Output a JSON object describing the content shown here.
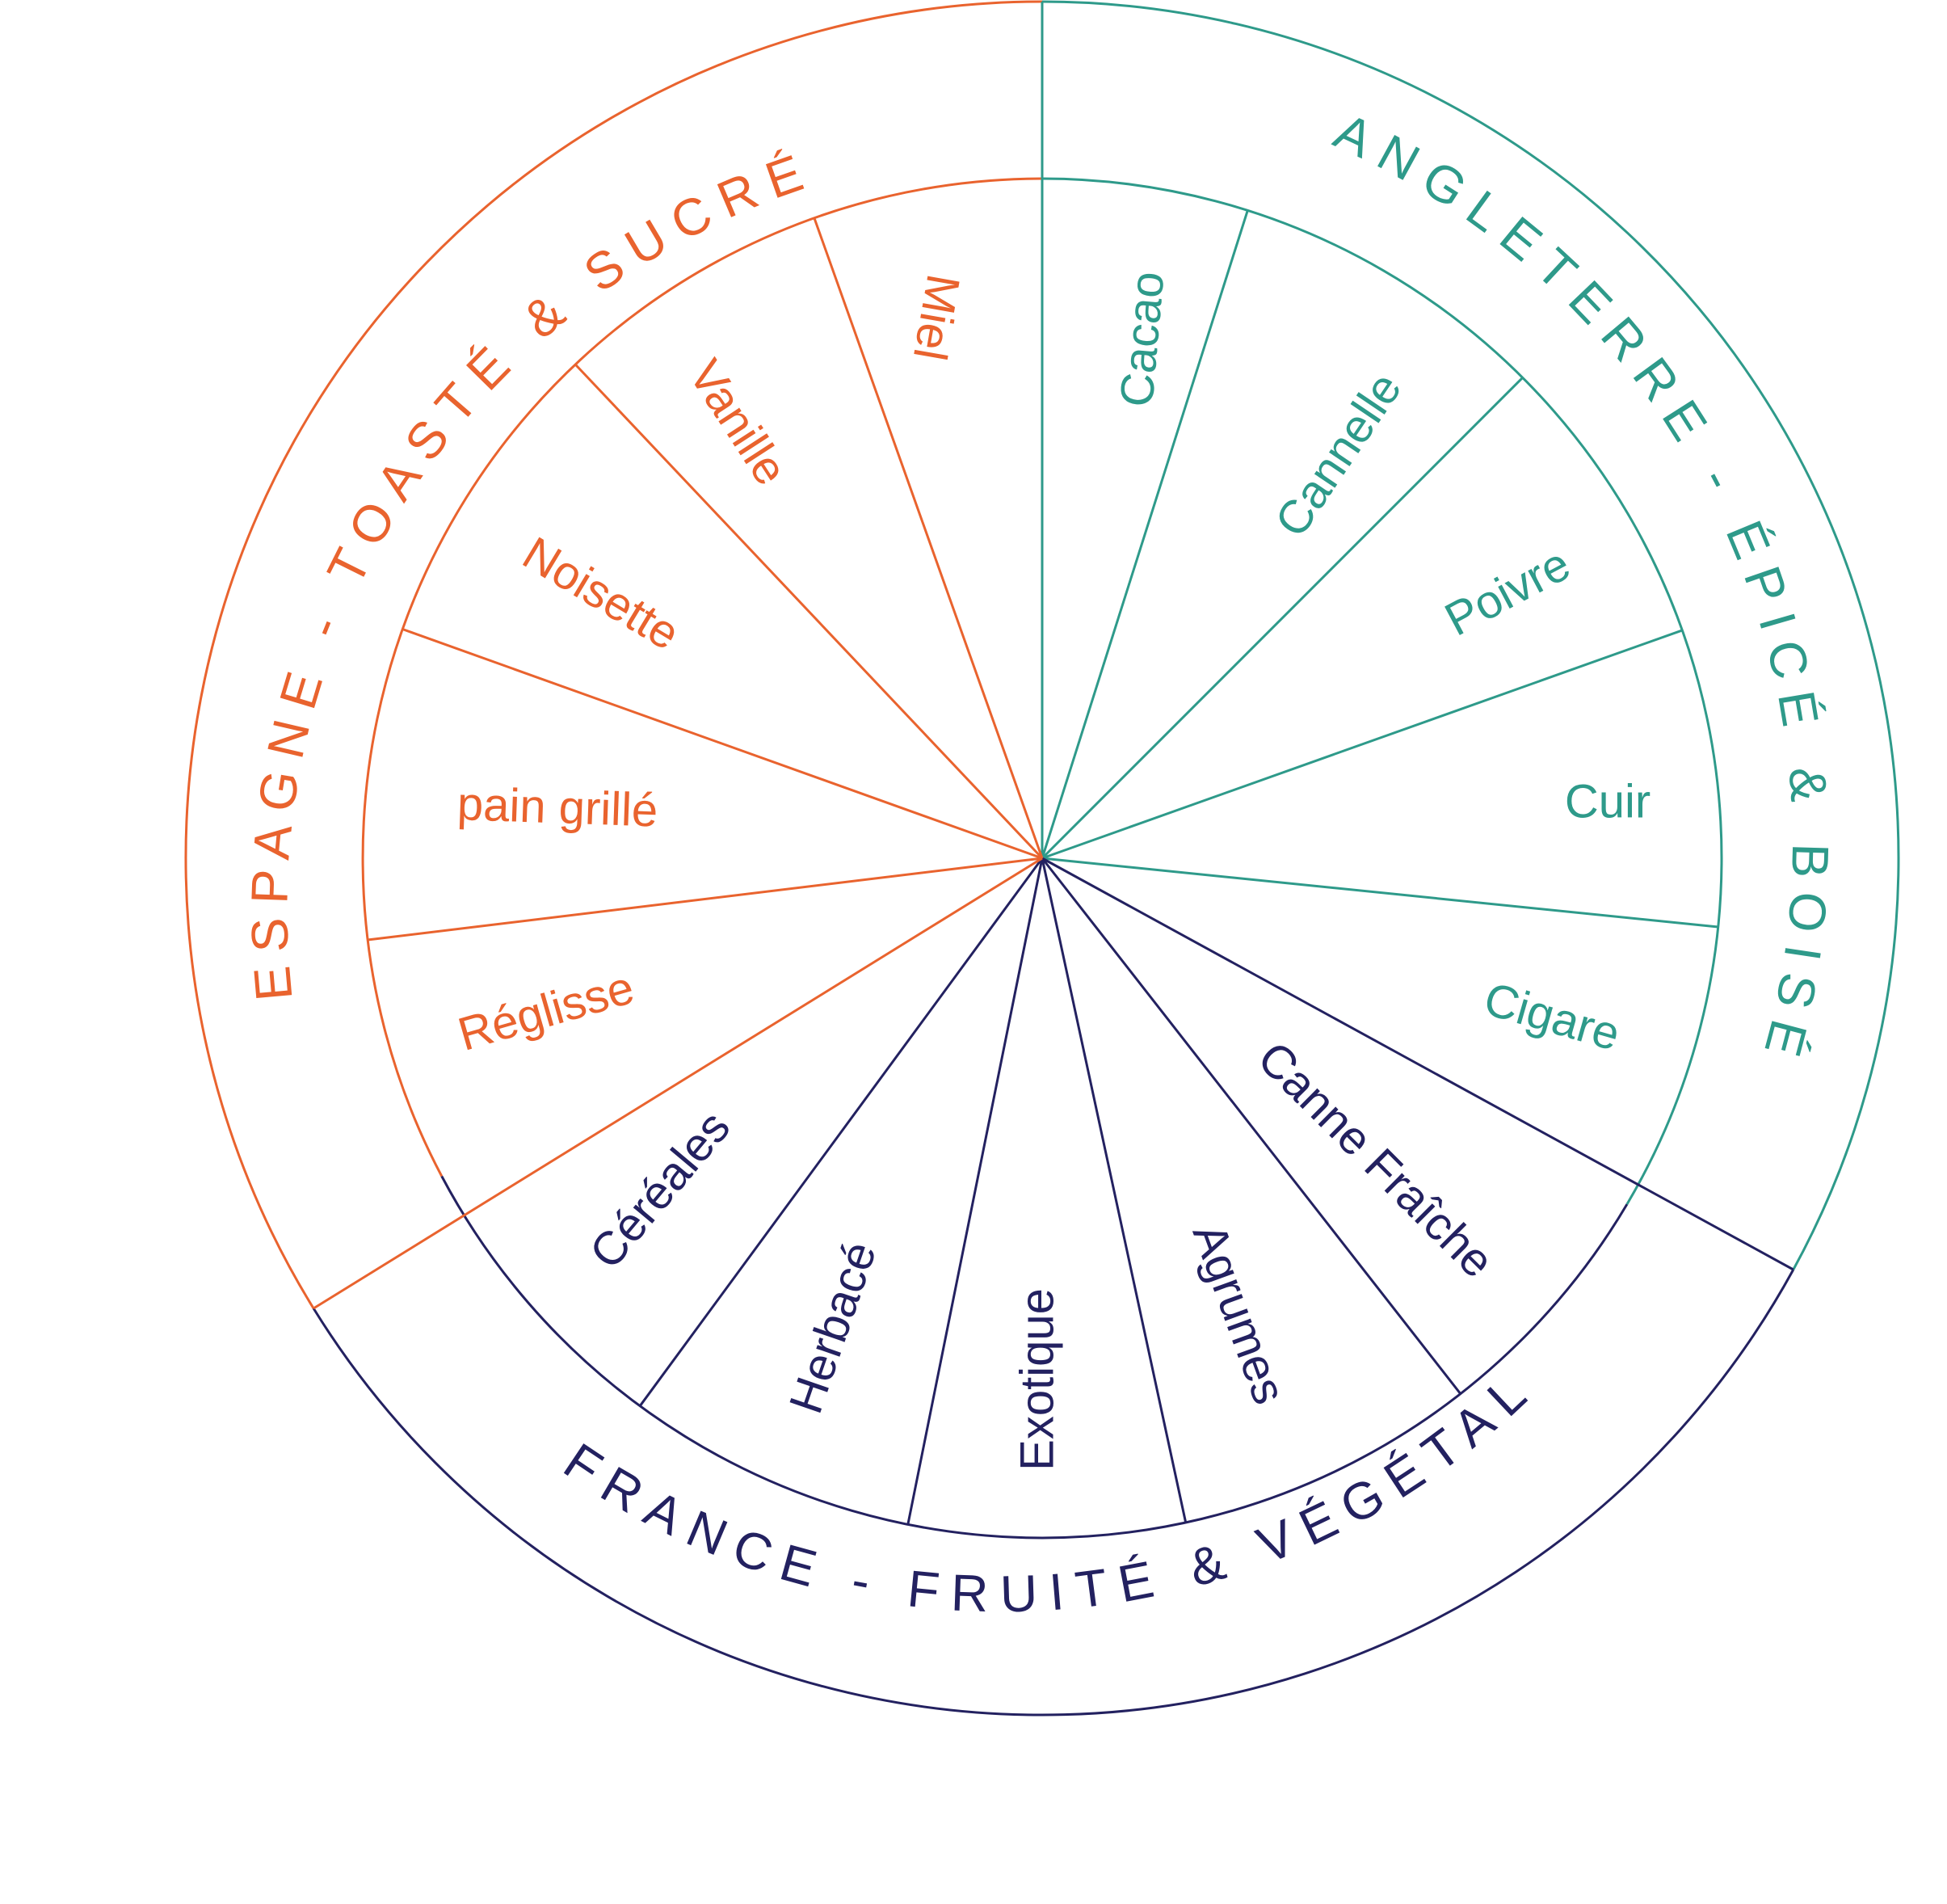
{
  "colors": {
    "espagne": "#e9632e",
    "angleterre": "#2e9a8a",
    "france": "#232160",
    "background": "#ffffff"
  },
  "regions": [
    {
      "id": "espagne",
      "label": "ESPAGNE - TOASTÉ & SUCRÉ",
      "flavors": [
        "Miel",
        "Vanille",
        "Noisette",
        "pain grillé",
        "Réglisse"
      ]
    },
    {
      "id": "angleterre",
      "label": "ANGLETERRE - ÉPICÉ & BOISÉ",
      "flavors": [
        "Cacao",
        "Cannelle",
        "Poivre",
        "Cuir",
        "Cigare"
      ]
    },
    {
      "id": "france",
      "label": "FRANCE - FRUITÉ & VÉGÉTAL",
      "flavors": [
        "Céréales",
        "Herbacé",
        "Exotique",
        "Agrumes",
        "Canne Fraîche"
      ]
    }
  ]
}
